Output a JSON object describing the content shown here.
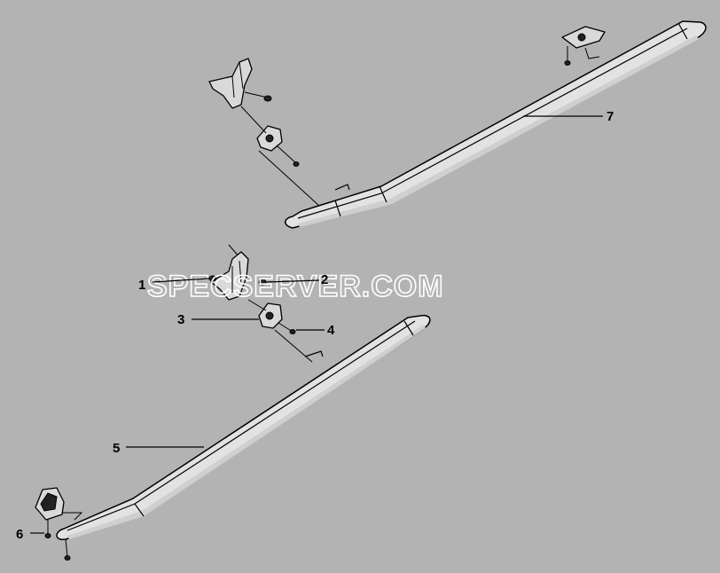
{
  "watermark": "SPECSERVER.COM",
  "callouts": [
    {
      "id": "1",
      "label": "1"
    },
    {
      "id": "2",
      "label": "2"
    },
    {
      "id": "3",
      "label": "3"
    },
    {
      "id": "4",
      "label": "4"
    },
    {
      "id": "5",
      "label": "5"
    },
    {
      "id": "6",
      "label": "6"
    },
    {
      "id": "7",
      "label": "7"
    }
  ],
  "colors": {
    "background": "#b3b3b3",
    "line": "#000000",
    "watermark": "#ffffff"
  }
}
